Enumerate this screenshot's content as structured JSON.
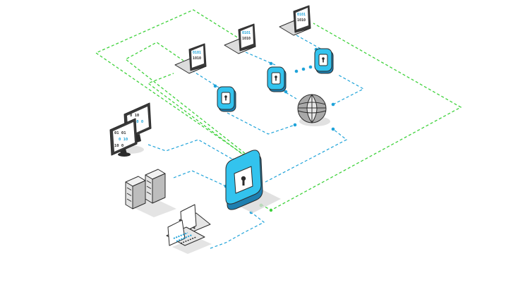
{
  "diagram": {
    "colors": {
      "vault_cyan": "#33c3ee",
      "vault_dark": "#1e7fb0",
      "green_link": "#3fd23c",
      "blue_link": "#1fa3d9",
      "outline": "#2b2b2b",
      "shadow": "#c8c8c8"
    },
    "nodes": [
      {
        "id": "central-vault",
        "icon": "keyhole-lock-icon"
      },
      {
        "id": "small-vault-1",
        "icon": "keyhole-lock-icon"
      },
      {
        "id": "small-vault-2",
        "icon": "keyhole-lock-icon"
      },
      {
        "id": "small-vault-3",
        "icon": "keyhole-lock-icon"
      },
      {
        "id": "globe",
        "icon": "globe-icon"
      },
      {
        "id": "laptop-top-right",
        "icon": "laptop-binary-icon"
      },
      {
        "id": "laptop-top-mid",
        "icon": "laptop-binary-icon"
      },
      {
        "id": "laptop-top-left",
        "icon": "laptop-binary-icon"
      },
      {
        "id": "desktop-monitors",
        "icon": "monitor-binary-icon"
      },
      {
        "id": "server-rack",
        "icon": "server-icon"
      },
      {
        "id": "laptops-bottom",
        "icon": "laptop-keyboard-icon"
      }
    ],
    "binary_text": [
      "0101",
      "1010",
      "0101",
      "01 01",
      "0 10",
      "10 0"
    ]
  }
}
